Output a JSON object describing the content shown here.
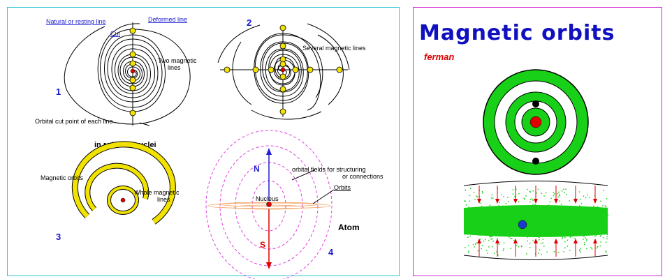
{
  "right_panel": {
    "title": "Magnetic orbits",
    "author": "ferman"
  },
  "left_panel": {
    "diagram1": {
      "number": "1",
      "labels": {
        "natural_line": "Natural or resting line",
        "deformed_line": "Deformed line",
        "cut": "Cut",
        "two_lines_1": "Two magnetic",
        "two_lines_2": "lines",
        "orbital_cut": "Orbital cut point of each line"
      }
    },
    "diagram2": {
      "number": "2",
      "labels": {
        "several_lines": "Several magnetic lines"
      }
    },
    "center_caption": "in rotation nuclei",
    "diagram3": {
      "number": "3",
      "labels": {
        "magnetic_orbits": "Magnetic orbits",
        "whole_1": "Whole magnetic",
        "whole_2": "lines"
      }
    },
    "diagram4": {
      "number": "4",
      "labels": {
        "north": "N",
        "south": "S",
        "orbital_fields_1": "orbital fields for structuring",
        "orbital_fields_2": "or connections",
        "orbits": "Orbits",
        "nucleus": "Nucleus",
        "atom": "Atom"
      }
    }
  },
  "colors": {
    "left_border": "#2ec4d6",
    "right_border": "#d42ad4",
    "title": "#1010c0",
    "author": "#e00000",
    "label_blue": "#1a1ad0",
    "yellow": "#f2e200",
    "green": "#17d017",
    "pink_dash": "#e040e0"
  }
}
